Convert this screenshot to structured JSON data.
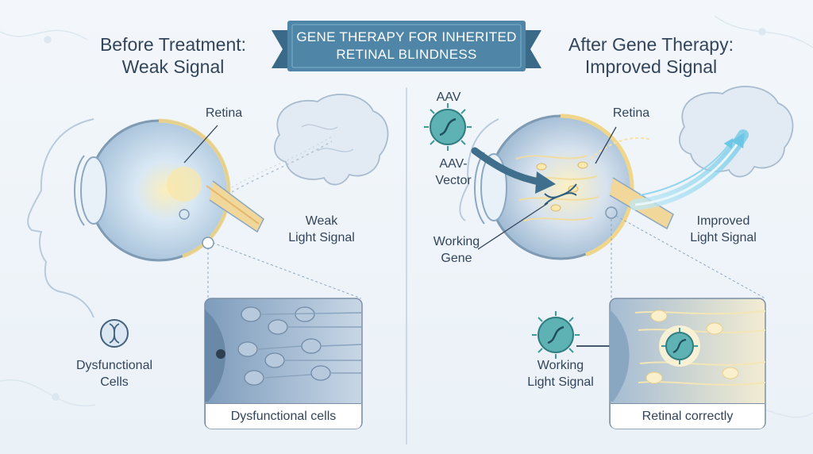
{
  "banner": {
    "line1": "GENE THERAPY FOR INHERITED",
    "line2": "RETINAL BLINDNESS"
  },
  "before": {
    "heading_line1": "Before Treatment:",
    "heading_line2": "Weak Signal",
    "retina_label": "Retina",
    "signal_label_line1": "Weak",
    "signal_label_line2": "Light Signal",
    "cells_label_line1": "Dysfunctional",
    "cells_label_line2": "Cells",
    "inset_caption": "Dysfunctional cells"
  },
  "after": {
    "heading_line1": "After Gene Therapy:",
    "heading_line2": "Improved Signal",
    "aav_label": "AAV",
    "vector_label_line1": "AAV-",
    "vector_label_line2": "Vector",
    "retina_label": "Retina",
    "gene_label_line1": "Working",
    "gene_label_line2": "Gene",
    "signal_label_line1": "Improved",
    "signal_label_line2": "Light Signal",
    "working_label_line1": "Working",
    "working_label_line2": "Light Signal",
    "inset_caption": "Retinal correctly"
  },
  "colors": {
    "banner": "#4f86a8",
    "banner_dark": "#3a6a88",
    "eye_outline": "#7f9ab3",
    "retina_yellow": "#f0d68a",
    "signal_glow": "#8fd6ee",
    "virus_teal": "#3f9a9e",
    "arrow_dark": "#3f6f8c"
  }
}
